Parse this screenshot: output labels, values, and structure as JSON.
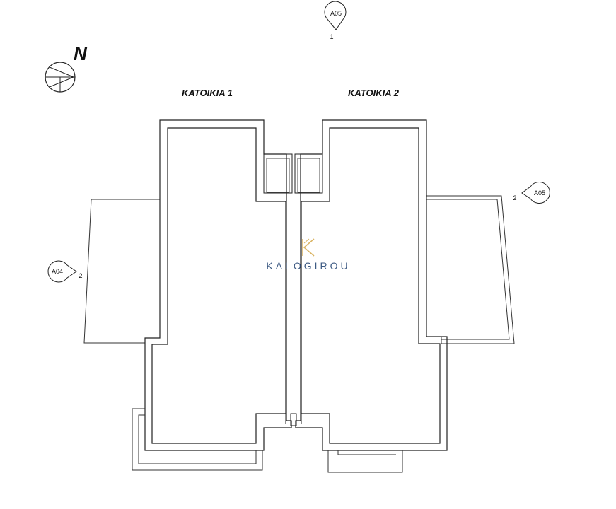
{
  "north": {
    "letter": "N"
  },
  "units": [
    {
      "label": "KATOIKIA 1"
    },
    {
      "label": "KATOIKIA 2"
    }
  ],
  "section_markers": [
    {
      "ref": "A05",
      "number": "1"
    },
    {
      "ref": "A05",
      "number": "2"
    },
    {
      "ref": "A04",
      "number": "2"
    }
  ],
  "watermark": {
    "text": "KALOGIROU",
    "color": "#d4a84a",
    "text_color": "#1c3e6e"
  }
}
